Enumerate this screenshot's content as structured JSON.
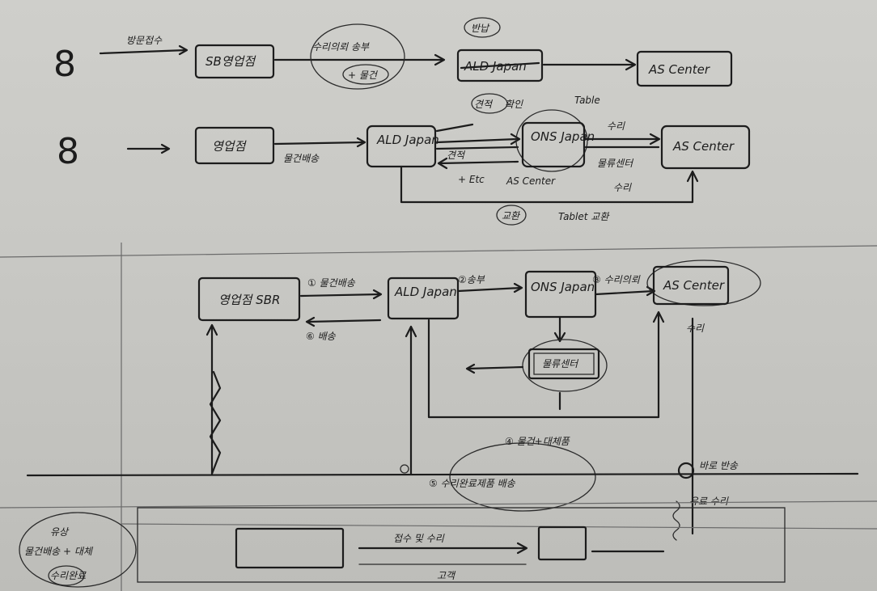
{
  "rows": {
    "r1": {
      "number": "8",
      "arrow_note": "방문접수",
      "box1": "SB영업점",
      "mid_note": "수리의뢰 송부",
      "mid_note2": "+ 물건",
      "circle_top": "반납",
      "box2": "ALD Japan",
      "box3": "AS Center"
    },
    "r2": {
      "number": "8",
      "box1": "영업점",
      "arrow_note": "물건배송",
      "box2": "ALD Japan",
      "box3": "ONS Japan",
      "box4": "AS Center",
      "note_top1": "견적",
      "note_top2": "확인",
      "note_table": "Table",
      "note_repair": "수리",
      "note_left": "견적",
      "note_etc": "+ Etc",
      "note_as": "AS Center",
      "note_right": "물류센터",
      "note_right2": "수리",
      "bottom_note1": "교환",
      "bottom_note2": "Tablet 교환"
    }
  },
  "diagram": {
    "box_sbr": "영업점 SBR",
    "box_ald": "ALD Japan",
    "box_ons": "ONS Japan",
    "box_as": "AS Center",
    "box_center": "물류센터",
    "step1": "① 물건배송",
    "step2": "②송부",
    "step3": "③ 수리의뢰",
    "step4": "④ 물건+대체품",
    "step5": "⑤ 수리완료제품 배송",
    "step6": "⑥ 배송",
    "note_repair": "수리",
    "note_return": "바로 반송",
    "note_right": "유료 수리",
    "bottom_mid": "접수 및 수리",
    "bottom_mid2": "고객",
    "bottom_left1": "유상",
    "bottom_left2": "물건배송 + 대체",
    "bottom_left3": "수리완료"
  }
}
